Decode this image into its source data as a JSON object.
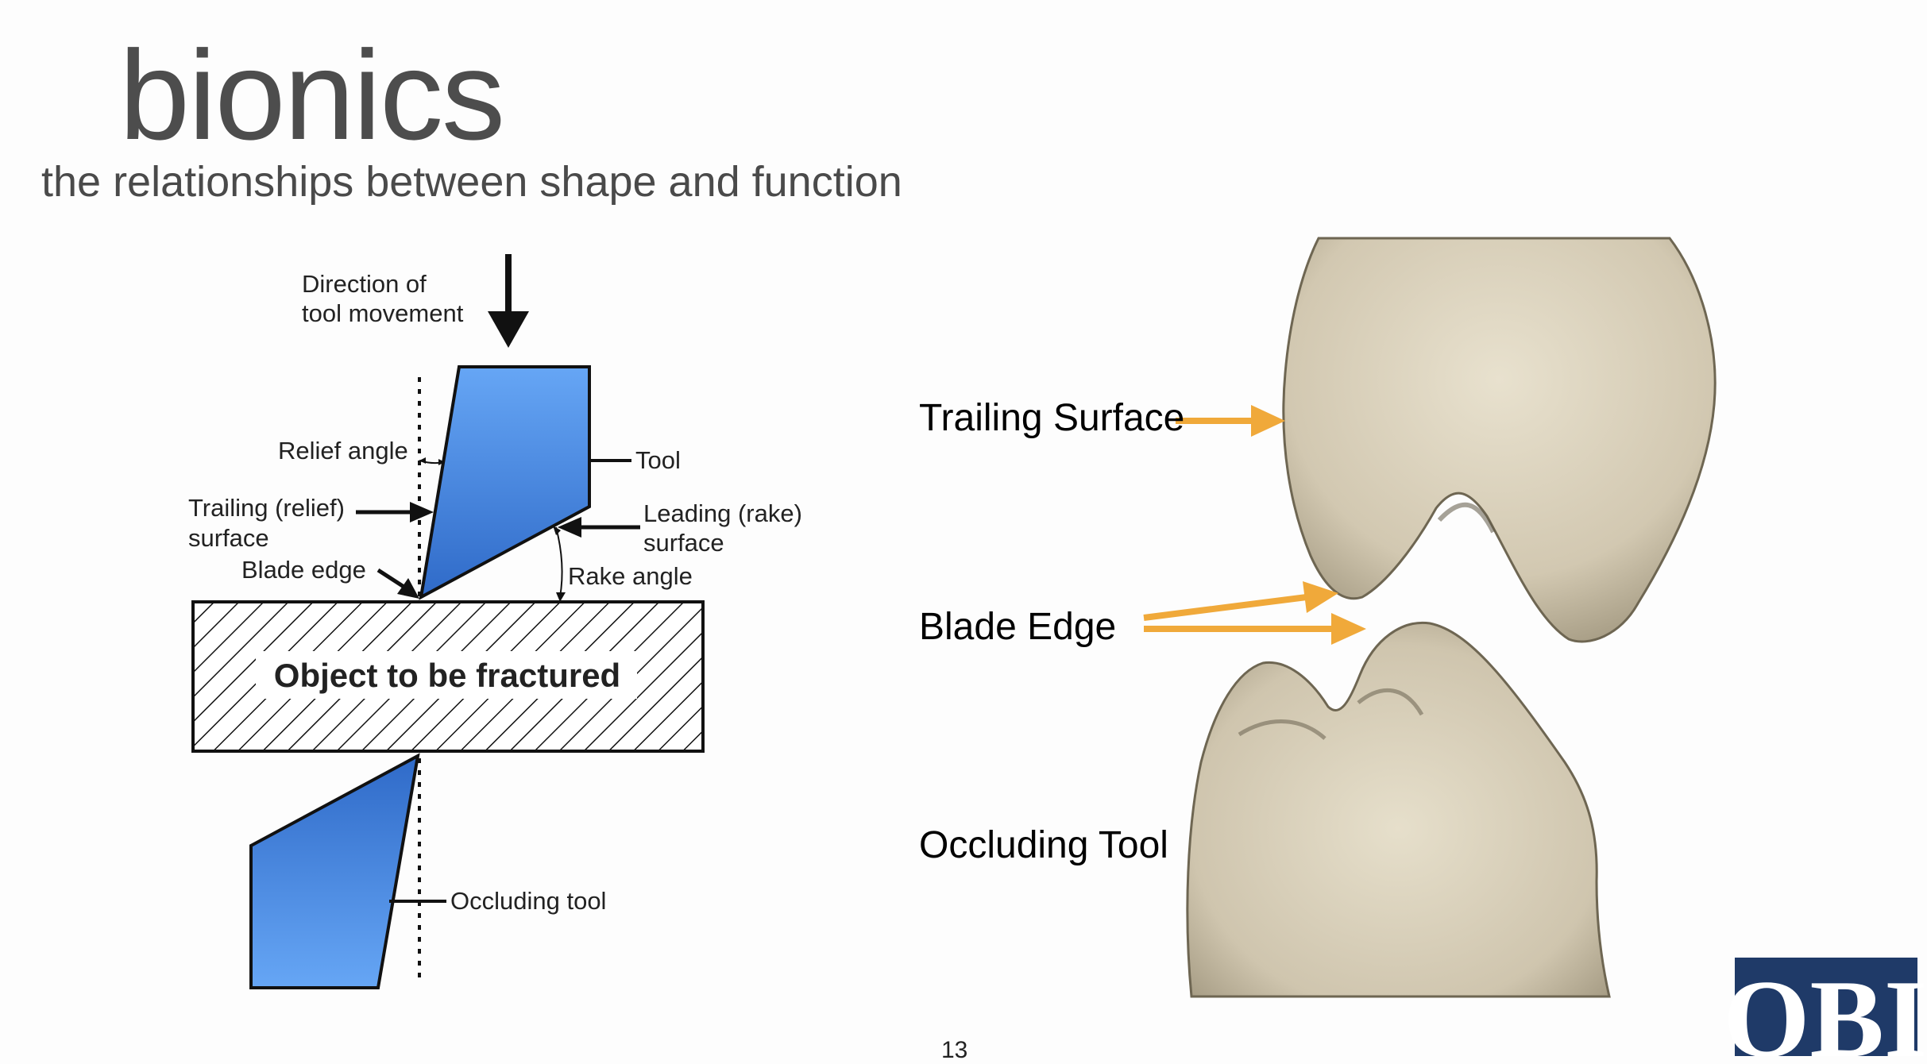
{
  "slide": {
    "title": "bionics",
    "subtitle": "the relationships between shape and function",
    "subtitle_overflow": "...",
    "page_number": "13"
  },
  "diagram": {
    "direction_line1": "Direction of",
    "direction_line2": "tool movement",
    "relief_angle": "Relief angle",
    "tool": "Tool",
    "trailing_line1": "Trailing (relief)",
    "trailing_line2": "surface",
    "leading_line1": "Leading (rake)",
    "leading_line2": "surface",
    "blade_edge": "Blade edge",
    "rake_angle": "Rake angle",
    "object": "Object to be fractured",
    "occluding_tool": "Occluding tool"
  },
  "tooth_labels": {
    "trailing_surface": "Trailing Surface",
    "blade_edge": "Blade Edge",
    "occluding_tool": "Occluding Tool"
  },
  "logo": {
    "text": "OBI"
  },
  "colors": {
    "tool_blue_top": "#66a6f5",
    "tool_blue_bottom": "#2f6ac8",
    "arrow_orange": "#f0a93a",
    "tooth": "#d4cbb5",
    "logo_navy": "#1f3a68"
  }
}
